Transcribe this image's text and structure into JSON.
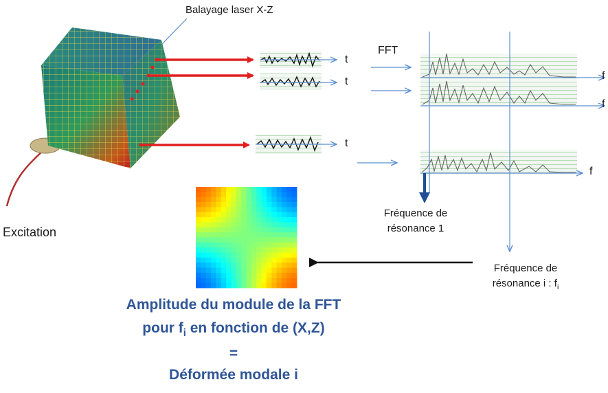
{
  "labels": {
    "scan": "Balayage laser X-Z",
    "excitation": "Excitation",
    "fft": "FFT",
    "t": "t",
    "f": "f",
    "freq_de": "Fréquence de",
    "res1": "résonance 1",
    "resi": "résonance i : f",
    "sub_i": "i"
  },
  "caption": {
    "line1": "Amplitude du module de la FFT",
    "line2_pre": "pour f",
    "line2_sub": "i",
    "line2_post": " en fonction de (X,Z)",
    "line3": "=",
    "line4": "Déformée modale i"
  },
  "colors": {
    "arrow_red": "#e02020",
    "arrow_blue": "#5b8fd0",
    "caption_blue": "#2f5597",
    "dark_arrow": "#1f4e96"
  }
}
